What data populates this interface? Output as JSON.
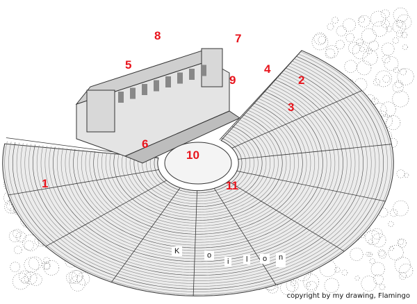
{
  "labels": [
    "1",
    "2",
    "3",
    "4",
    "5",
    "6",
    "7",
    "8",
    "9",
    "10",
    "11"
  ],
  "koilon_letters": [
    "K",
    "o",
    "i",
    "l",
    "o",
    "n"
  ],
  "copyright": "copyright by my drawing, Flamingo",
  "colors": {
    "label": "#e8141c",
    "ink": "#333333"
  }
}
